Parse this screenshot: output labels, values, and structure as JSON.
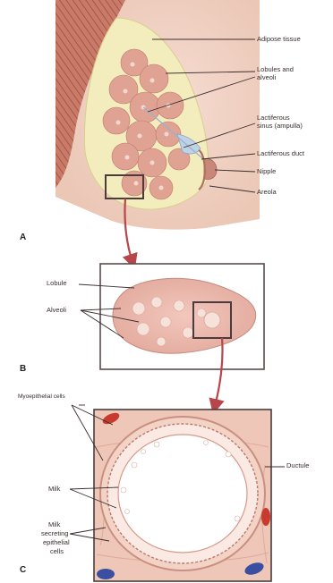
{
  "panels": {
    "a": {
      "letter": "A",
      "labels": {
        "adipose": "Adipose tissue",
        "lobules_1": "Lobules and",
        "lobules_2": "alveoli",
        "sinus_1": "Lactiferous",
        "sinus_2": "sinus (ampulla)",
        "duct": "Lactiferous duct",
        "nipple": "Nipple",
        "areola": "Areola"
      }
    },
    "b": {
      "letter": "B",
      "labels": {
        "lobule": "Lobule",
        "alveoli": "Alveoli"
      }
    },
    "c": {
      "letter": "C",
      "labels": {
        "myoepithelial": "Myoepithelial cells",
        "ductule": "Ductule",
        "milk": "Milk",
        "secreting_1": "Milk",
        "secreting_2": "secreting",
        "secreting_3": "epithelial",
        "secreting_4": "cells"
      }
    }
  },
  "colors": {
    "tissue": "#e9b7a6",
    "lobule": "#d99a90",
    "adipose": "#f4eec0",
    "muscle": "#c87a6a",
    "callout_arrow": "#b8454a",
    "box_border": "#5a4a4a",
    "red_cell": "#c83a2e",
    "blue_cell": "#3a4fa0"
  }
}
